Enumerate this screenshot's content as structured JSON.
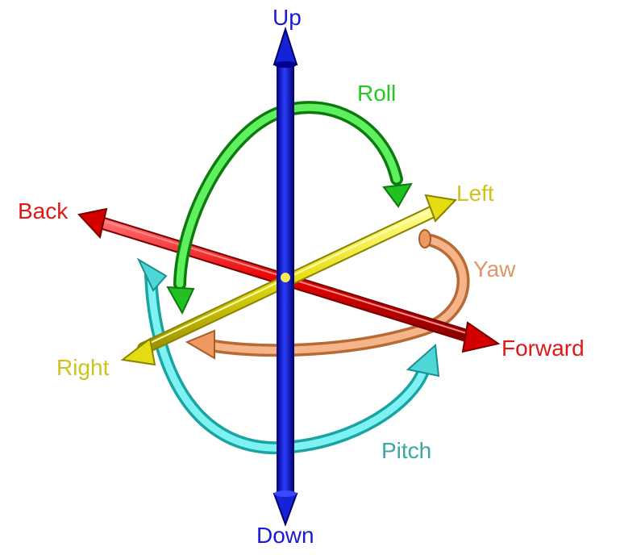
{
  "labels": {
    "up": "Up",
    "down": "Down",
    "back": "Back",
    "forward": "Forward",
    "left": "Left",
    "right": "Right",
    "roll": "Roll",
    "yaw": "Yaw",
    "pitch": "Pitch"
  },
  "colors": {
    "vertical_axis": "#0a14c8",
    "longitudinal_axis": "#e01010",
    "lateral_axis": "#e6dc14",
    "roll": "#22c022",
    "yaw": "#ee9960",
    "pitch": "#55dede",
    "label_up_down": "#1a1ad2",
    "label_back_forward": "#e01818",
    "label_left_right": "#cfc21c",
    "label_roll": "#22c922",
    "label_yaw": "#e0956a",
    "label_pitch": "#3aa8a0"
  }
}
